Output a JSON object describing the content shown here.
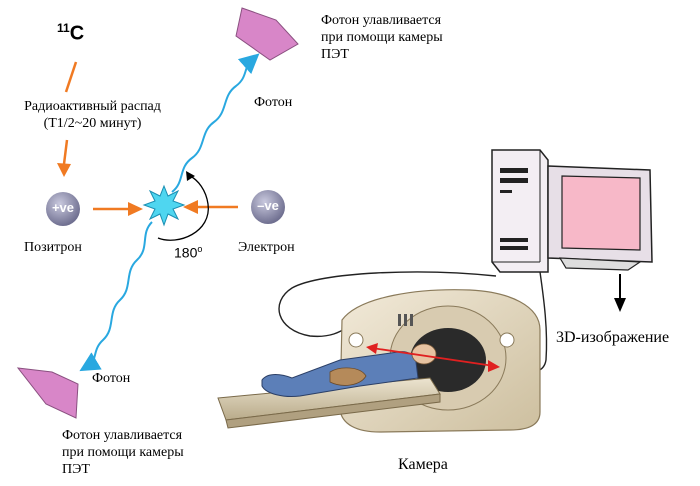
{
  "isotope": {
    "symbol": "C",
    "mass": "11"
  },
  "decay": {
    "line1": "Радиоактивный распад",
    "line2": "(T1/2~20 минут)"
  },
  "positron": {
    "badge": "+ve",
    "label": "Позитрон"
  },
  "electron": {
    "badge": "–ve",
    "label": "Электрон"
  },
  "angle": {
    "value": "180",
    "unit": "o"
  },
  "photon_top": {
    "label": "Фотон"
  },
  "photon_bottom": {
    "label": "Фотон"
  },
  "capture_top": {
    "line1": "Фотон улавливается",
    "line2": "при помощи  камеры",
    "line3": "ПЭТ"
  },
  "capture_bottom": {
    "line1": "Фотон улавливается",
    "line2": "при помощи  камеры",
    "line3": "ПЭТ"
  },
  "output": {
    "label": "3D-изображение"
  },
  "scanner": {
    "label": "Камера"
  },
  "colors": {
    "arrow_orange": "#f07a22",
    "photon_blue": "#29a8e0",
    "detector_pink": "#d886c8",
    "badge_gray": "#8a8aaa",
    "monitor_pink": "#f7b8c8",
    "tower_gray": "#e6dfe6"
  }
}
